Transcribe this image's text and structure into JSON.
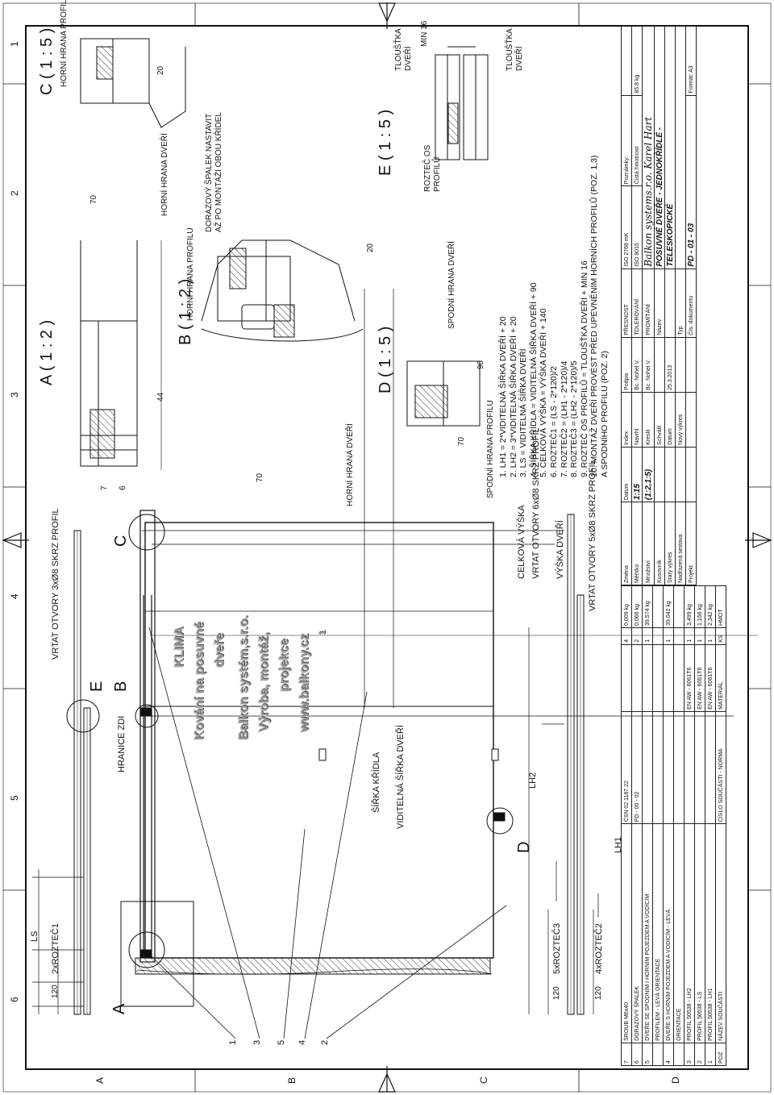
{
  "frame": {
    "col_labels": [
      "6",
      "5",
      "4",
      "3",
      "2",
      "1"
    ],
    "row_labels": [
      "A",
      "B",
      "C",
      "D"
    ]
  },
  "views": {
    "A": "A ( 1 : 2 )",
    "B": "B ( 1 : 2 )",
    "C": "C ( 1 : 5 )",
    "D": "D ( 1 : 5 )",
    "E": "E ( 1 : 5 )",
    "markers": [
      "A",
      "B",
      "C",
      "D",
      "E"
    ]
  },
  "labels": {
    "horni_hrana_profilu": "HORNÍ HRANA PROFILU",
    "horni_hrana_dveri": "HORNÍ HRANA DVEŘÍ",
    "dorazovy_1": "DORAZOVÝ ŠPALEK NASTAVIT",
    "dorazovy_2": "AŽ PO MONTÁŽI OBOU KŘÍDEL",
    "spodni_hrana_profilu": "SPODNÍ HRANA PROFILU",
    "spodni_hrana_dveri": "SPODNÍ HRANA DVEŘÍ",
    "tloustka_1": "TLOUŠŤKA",
    "tloustka_2": "DVEŘÍ",
    "roztec_os_1": "ROZTEČ OS",
    "roztec_os_2": "PROFILŮ",
    "min16": "MIN 16",
    "ls": "LS",
    "roztec1": "2xROZTEČ1",
    "roztec3": "5xROZTEČ3",
    "roztec2": "4xROZTEČ2",
    "vrtat1": "VRTAT OTVORY 3xØ8 SKRZ PROFIL",
    "vrtat2": "VRTAT OTVORY 6xØ8 SKRZ PROFIL",
    "vrtat3": "VRTAT OTVORY 5xØ8 SKRZ PROFIL",
    "hranice": "HRANICE ZDI",
    "sirka_kridla": "ŠÍŘKA KŘÍDLA",
    "viditelna": "VIDITELNÁ ŠÍŘKA DVEŘÍ",
    "celkova": "CELKOVÁ VÝŠKA",
    "vyska_dveri": "VÝŠKA DVEŘÍ",
    "lh1": "LH1",
    "lh2": "LH2",
    "d120": "120",
    "d120b": "120",
    "d120c": "120",
    "d7": "7",
    "d6": "6",
    "d44": "44",
    "d70a": "70",
    "d70b": "70",
    "d70c": "70",
    "d20a": "20",
    "d20b": "20",
    "d90": "90",
    "callouts": [
      "1",
      "3",
      "5",
      "4",
      "2"
    ]
  },
  "watermark": [
    "KLIMA",
    "Kování na posuvné",
    "dveře",
    "Balkon systém,s.r.o.",
    "Výroba, montáž,",
    "projekce",
    "www.balkony.cz",
    "1"
  ],
  "notes": [
    "1. LH1 = 2*VIDITELNÁ ŠÍŘKA DVEŘÍ + 20",
    "2. LH2 = 3*VIDITELNÁ ŠÍŘKA DVEŘÍ + 20",
    "3. LS = VIDITELNÁ ŠÍŘKA DVEŘÍ",
    "4. ŠÍŘKA KŘÍDLA = VIDITELNÁ ŠÍŘKA DVEŘÍ + 90",
    "5. CELKOVÁ VÝŠKA = VÝŠKA DVEŘÍ + 140",
    "6. ROZTEČ1 = (LS - 2*120)/2",
    "7. ROZTEČ2 = (LH1 - 2*120)/4",
    "8. ROZTEČ3 = (LH2 - 2*120)/5",
    "9. ROZTEČ OS PROFILŮ = TLOUŠŤKA DVEŘÍ + MIN 16",
    "10. MONTÁŽ DVEŘÍ PROVÉST PŘED UPEVNĚNÍM HORNÍCH PROFILŮ (POZ. 1,3)",
    "      A SPODNÍHO PROFILU (POZ. 2)"
  ],
  "bom": {
    "rows": [
      [
        "7",
        "ŠROUB M6x40",
        "ČSN 02 1187.22",
        "",
        "4",
        "0,009 kg"
      ],
      [
        "6",
        "DORAZOVÝ ŠPALEK",
        "PD - 00 - 02",
        "",
        "2",
        "0,066 kg"
      ],
      [
        "5",
        "DVEŘE SE SPODNÍM I HORNÍM POJEZDEM A VODÍCÍM",
        "",
        "",
        "1",
        "39,574 kg"
      ],
      [
        "",
        "PROFILEM - LEVÁ ORIENTACE",
        "",
        "",
        "",
        ""
      ],
      [
        "4",
        "DVEŘE S HORNÍM POJEZDEM A VODÍCÍM - LEVÁ",
        "",
        "",
        "1",
        "39,042 kg"
      ],
      [
        "",
        "ORIENTACE",
        "",
        "",
        "",
        ""
      ],
      [
        "3",
        "PROFIL 50538 - LH2",
        "",
        "EN AW - 6061T6",
        "1",
        "3,499 kg"
      ],
      [
        "2",
        "PROFIL 50538 - LS",
        "",
        "EN AW - 6061T6",
        "1",
        "1,156 kg"
      ],
      [
        "1",
        "PROFIL 50538 - LH1",
        "",
        "EN AW - 6061T6",
        "1",
        "2,342 kg"
      ]
    ],
    "header": [
      "POZ",
      "NÁZEV SOUČÁSTI",
      "ČÍSLO SOUČÁSTI - NORMA",
      "MATERIÁL",
      "KS",
      "HMOT"
    ]
  },
  "title_block": {
    "zmena": "Změna",
    "datum": "Datum",
    "index": "Index",
    "podpis": "Podpis",
    "meritko": "Měřítko",
    "meritko_val": "1:15",
    "meritko_val2": "(1:2,1:5)",
    "mnozstvi": "Množství",
    "kusovnik": "Kusovník",
    "navrhl": "Navrhl",
    "navrhl_val": "Bc. Nohel V.",
    "kreslil": "Kreslil",
    "kreslil_val": "Bc. Nohel V.",
    "schvalil": "Schválil",
    "datum2": "Datum",
    "datum_val": "25.3.2013",
    "stary": "Starý výkres",
    "novy": "Nový výkres",
    "nadrazena": "Nadřazená sestava",
    "projekt": "Projekt",
    "presnost": "PŘESNOST",
    "presnost_val": "ISO 2768 mK",
    "tolerovani": "TOLEROVÁNÍ",
    "tolerovani_val": "ISO 8015",
    "promitani": "PROMÍTÁNÍ",
    "poznamky": "Poznámky:",
    "hmotnost_lbl": "Čistá hmotnost",
    "hmotnost": "85,8 kg",
    "firma": "Balkon systems.r.o. Karel Hart",
    "nazev_lbl": "Název",
    "nazev1": "POSUVNÉ DVEŘE - JEDNOKŘÍDLÉ -",
    "nazev2": "TELESKOPICKÉ",
    "typ": "Typ",
    "cis_dok": "Čís. dokumentu",
    "cislo": "PD - 01 - 03",
    "format": "Formát: A3"
  }
}
